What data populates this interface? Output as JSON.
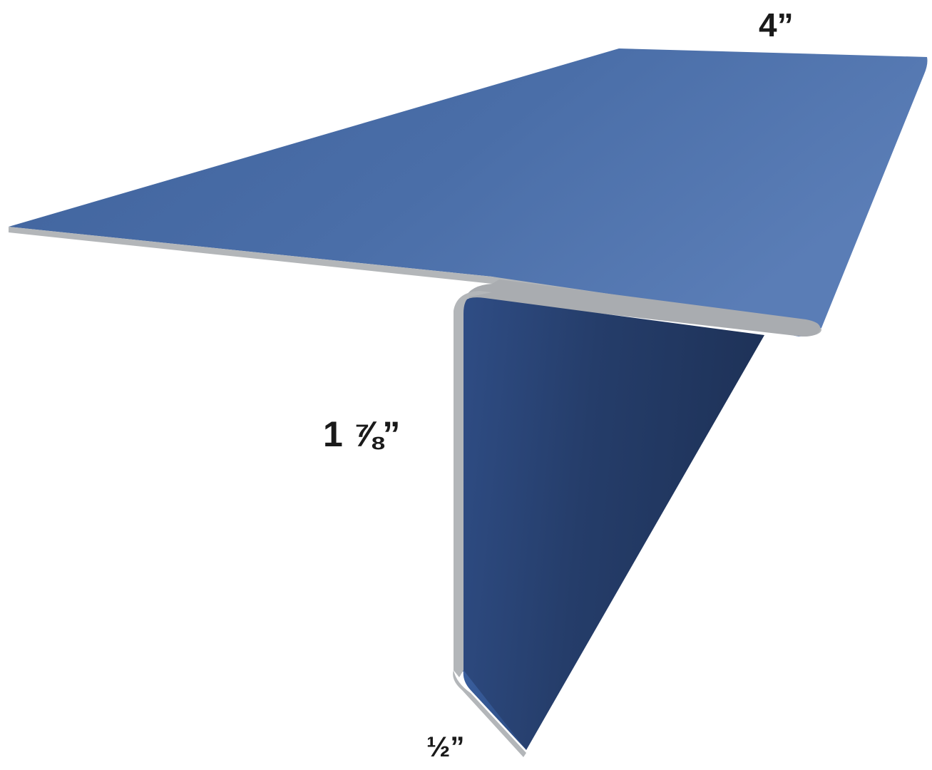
{
  "diagram": {
    "dimensions": {
      "top_width": "4”",
      "face_height": "1 ⅞”",
      "bottom_kick": "½”"
    },
    "colors": {
      "top_surface_light": "#5a7db6",
      "top_surface_mid": "#4a6ea8",
      "top_surface_dark": "#3f629c",
      "face_dark": "#1e3258",
      "face_mid": "#253d6a",
      "face_light": "#2f4d85",
      "edge_gray": "#b3b6b9",
      "edge_shadow": "#8f9296",
      "label_color": "#1a1a1a"
    }
  }
}
